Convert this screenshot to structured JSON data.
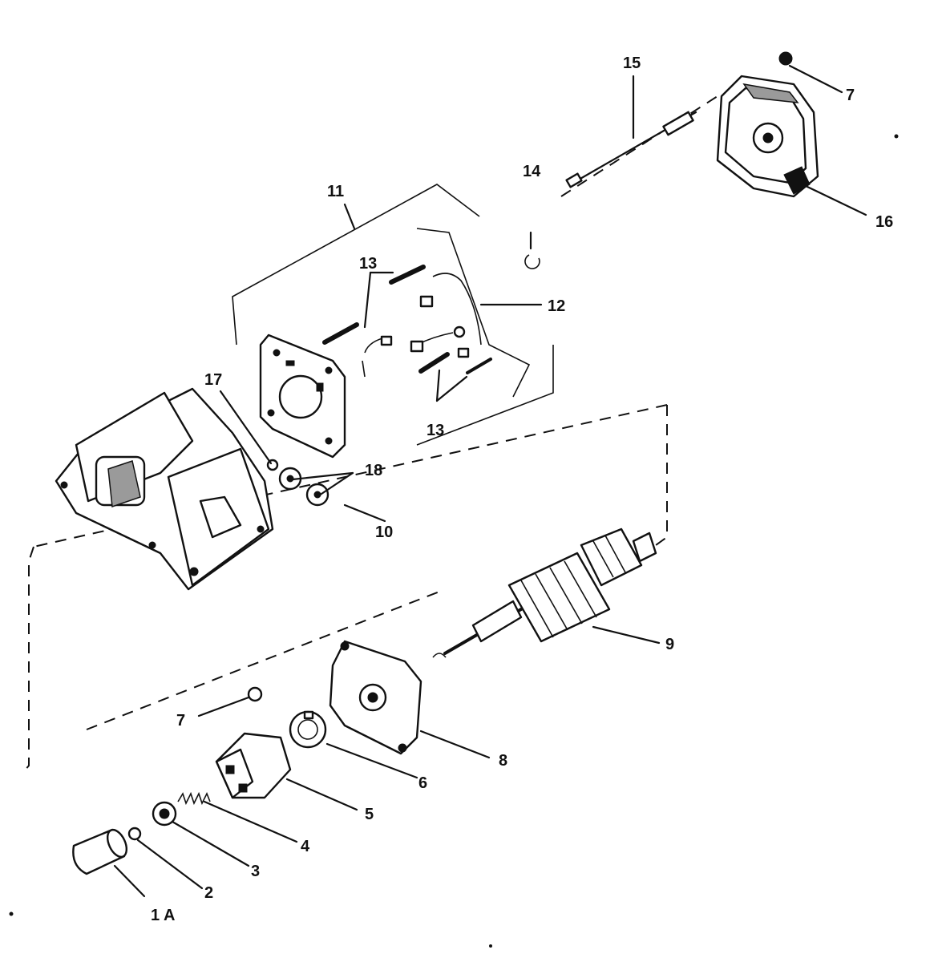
{
  "labels": {
    "l1a": "1 A",
    "l2": "2",
    "l3": "3",
    "l4": "4",
    "l5": "5",
    "l6": "6",
    "l7a": "7",
    "l7b": "7",
    "l8": "8",
    "l9": "9",
    "l10": "10",
    "l11": "11",
    "l12": "12",
    "l13a": "13",
    "l13b": "13",
    "l14": "14",
    "l15": "15",
    "l16": "16",
    "l17": "17",
    "l18": "18"
  }
}
